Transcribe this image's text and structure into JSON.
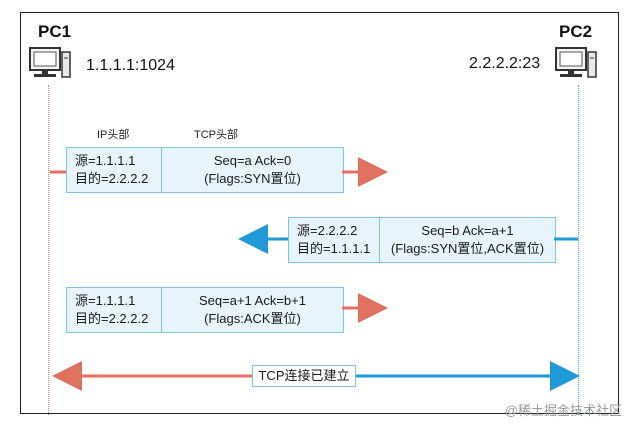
{
  "hosts": {
    "pc1": {
      "label": "PC1",
      "address": "1.1.1.1:1024"
    },
    "pc2": {
      "label": "PC2",
      "address": "2.2.2.2:23"
    }
  },
  "headers": {
    "ip": "IP头部",
    "tcp": "TCP头部"
  },
  "segments": [
    {
      "ip_src": "源=1.1.1.1",
      "ip_dst": "目的=2.2.2.2",
      "tcp_line1": "Seq=a  Ack=0",
      "tcp_line2": "(Flags:SYN置位)",
      "direction": "right"
    },
    {
      "ip_src": "源=2.2.2.2",
      "ip_dst": "目的=1.1.1.1",
      "tcp_line1": "Seq=b  Ack=a+1",
      "tcp_line2": "(Flags:SYN置位,ACK置位)",
      "direction": "left"
    },
    {
      "ip_src": "源=1.1.1.1",
      "ip_dst": "目的=2.2.2.2",
      "tcp_line1": "Seq=a+1  Ack=b+1",
      "tcp_line2": "(Flags:ACK置位)",
      "direction": "right"
    }
  ],
  "established": "TCP连接已建立",
  "watermark": "@稀土掘金技术社区",
  "colors": {
    "client": "#e0705f",
    "server": "#1f9ad6",
    "header_fill": "#e8f4fc",
    "header_border": "#7ec3ea"
  },
  "icons": [
    "computer-icon",
    "computer-icon"
  ]
}
